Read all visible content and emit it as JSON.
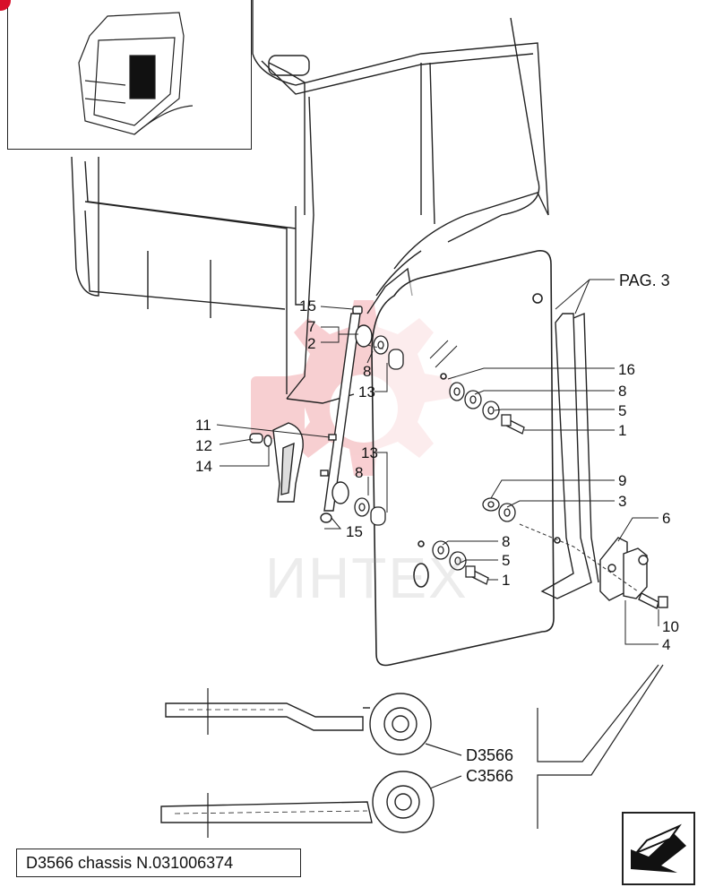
{
  "caption": "D3566 chassis N.031006374",
  "page_ref": "PAG. 3",
  "watermark": "ИНТЕХ",
  "variants": {
    "d": "D3566",
    "c": "C3566"
  },
  "callouts": {
    "n15a": "15",
    "n7": "7",
    "n2": "2",
    "n8a": "8",
    "n13a": "13",
    "n11": "11",
    "n12": "12",
    "n14": "14",
    "n13b": "13",
    "n8b": "8",
    "n15b": "15",
    "n16": "16",
    "n8c": "8",
    "n5a": "5",
    "n1a": "1",
    "n9": "9",
    "n3": "3",
    "n8d": "8",
    "n5b": "5",
    "n1b": "1",
    "n6": "6",
    "n10": "10",
    "n4": "4"
  },
  "colors": {
    "ink": "#111111",
    "watermark": "#f2a8ad",
    "corner_mark": "#d8102a"
  },
  "nav_icon": "next-page-arrow-icon"
}
